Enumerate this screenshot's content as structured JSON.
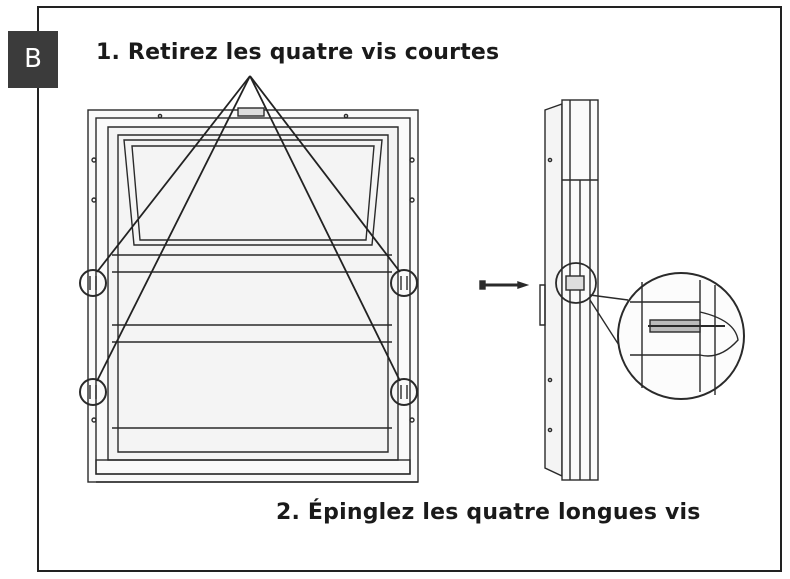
{
  "section_tag": "B",
  "step1_text": "1. Retirez les quatre vis courtes",
  "step2_text": "2. Épinglez les quatre longues vis",
  "icons": {
    "screw": "screw-icon",
    "callout": "magnifier-callout-icon"
  },
  "colors": {
    "line": "#2a2a2a",
    "tag_bg": "#3b3b3b",
    "panel_fill": "#f4f4f4"
  }
}
